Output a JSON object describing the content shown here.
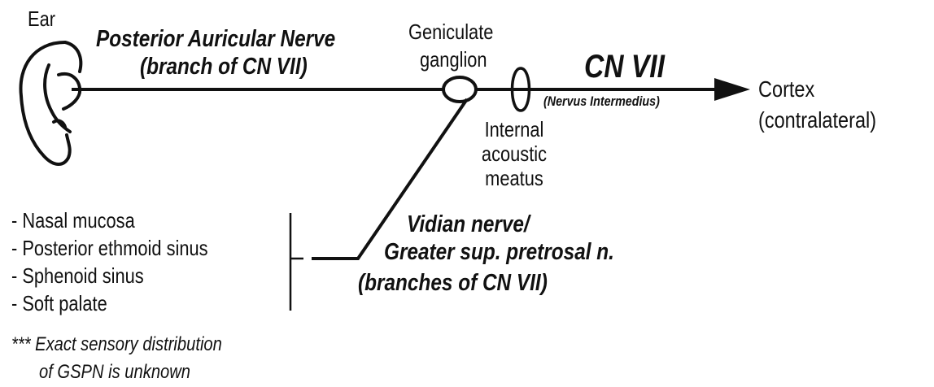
{
  "labels": {
    "ear": "Ear",
    "posterior_auricular_title": "Posterior Auricular Nerve",
    "posterior_auricular_branch": "(branch of CN VII)",
    "geniculate_line1": "Geniculate",
    "geniculate_line2": "ganglion",
    "cn7": "CN VII",
    "nervus_intermedius": "(Nervus Intermedius)",
    "cortex": "Cortex",
    "contralateral": "(contralateral)",
    "iam_line1": "Internal",
    "iam_line2": "acoustic",
    "iam_line3": "meatus",
    "vidian_line1": "Vidian nerve/",
    "vidian_line2": "Greater sup. pretrosal n.",
    "vidian_line3": "(branches of CN VII)",
    "note_line1": "*** Exact sensory distribution",
    "note_line2": "of GSPN is unknown"
  },
  "sensory_list": [
    "- Nasal mucosa",
    "- Posterior ethmoid sinus",
    "- Sphenoid sinus",
    "- Soft palate"
  ],
  "icons": {
    "ear": "ear-icon",
    "arrowhead": "arrowhead-icon"
  },
  "colors": {
    "ink": "#111111",
    "background": "#ffffff"
  }
}
